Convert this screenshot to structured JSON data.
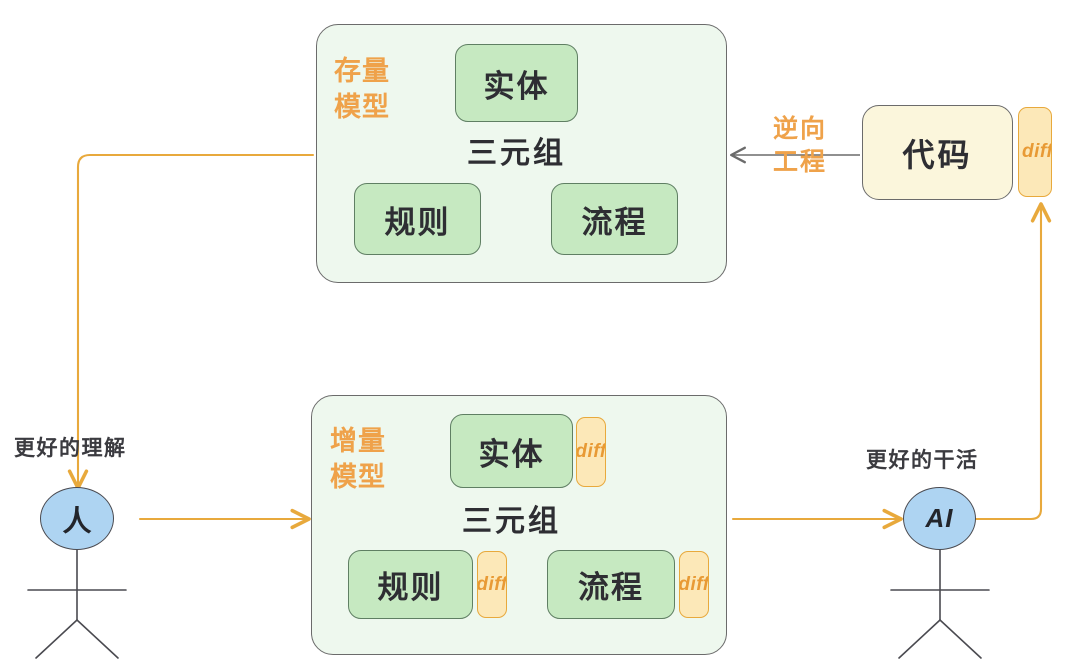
{
  "diagram": {
    "title_colors": {
      "accent_orange": "#efa24a",
      "green_fill": "#c6e9c1",
      "container_fill": "#eef8ee",
      "diff_fill": "#fce8b8",
      "diff_stroke": "#e8a93c",
      "code_fill": "#fbf6dc",
      "actor_fill": "#aed4f2",
      "line_gray": "#6b6b6b",
      "text_dark": "#2e2e33"
    },
    "stock_model": {
      "caption": "存量\n模型",
      "center_label": "三元组",
      "nodes": {
        "entity": "实体",
        "rule": "规则",
        "process": "流程"
      }
    },
    "incremental_model": {
      "caption": "增量\n模型",
      "center_label": "三元组",
      "nodes": {
        "entity": "实体",
        "rule": "规则",
        "process": "流程"
      },
      "diff_tags": {
        "entity": "diff",
        "rule": "diff",
        "process": "diff"
      }
    },
    "code": {
      "label": "代码",
      "diff_tag": "diff"
    },
    "actors": {
      "human": "人",
      "ai": "AI"
    },
    "edges": {
      "reverse_engineering": "逆向\n工程",
      "better_understanding": "更好的理解",
      "better_work": "更好的干活"
    }
  }
}
